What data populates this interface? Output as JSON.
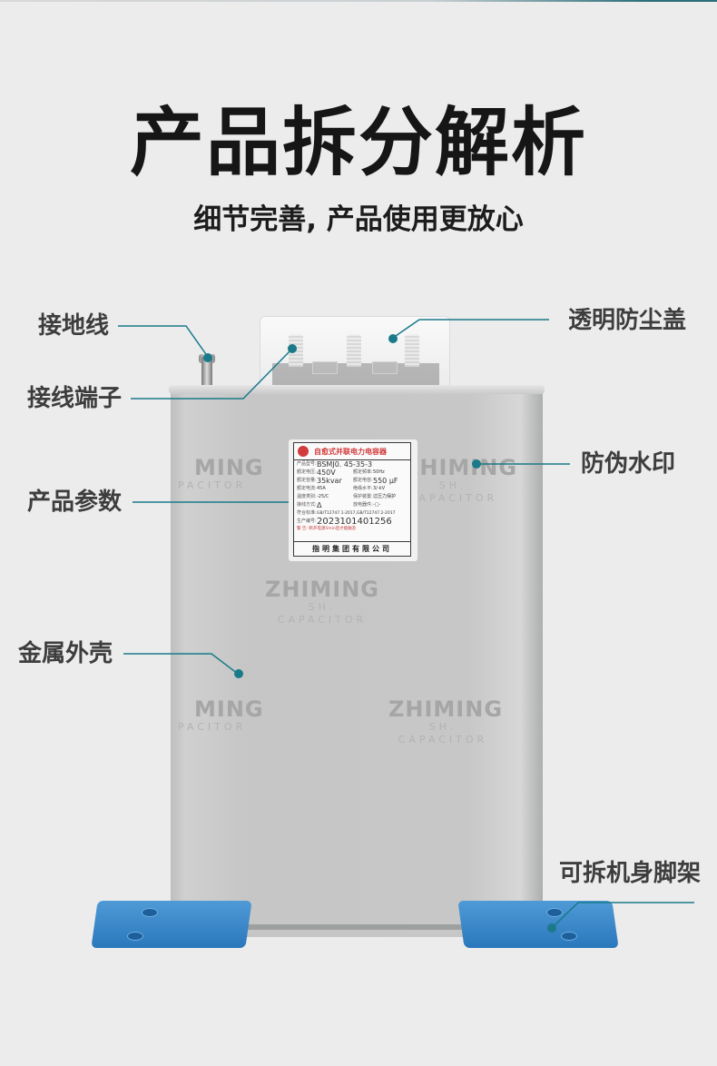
{
  "header": {
    "title": "产品拆分解析",
    "subtitle": "细节完善, 产品使用更放心"
  },
  "callouts": {
    "ground_wire": "接地线",
    "terminal": "接线端子",
    "parameters": "产品参数",
    "metal_shell": "金属外壳",
    "dust_cover": "透明防尘盖",
    "watermark": "防伪水印",
    "stand": "可拆机身脚架"
  },
  "watermark": {
    "brand": "ZHIMING",
    "tagline": "SH. CAPACITOR",
    "partial_brand": "MING",
    "partial_tagline": "PACITOR"
  },
  "nameplate": {
    "title": "自愈式并联电力电容器",
    "rows": [
      {
        "k1": "产品型号:",
        "v1": "BSMJ0. 45-35-3",
        "k2": "",
        "v2": ""
      },
      {
        "k1": "额定电压:",
        "v1": "450V",
        "k2": "额定频率:",
        "v2": "50Hz"
      },
      {
        "k1": "额定容量:",
        "v1": "35kvar",
        "k2": "额定电容:",
        "v2": "550 μF"
      },
      {
        "k1": "额定电流:",
        "v1": "45A",
        "k2": "绝缘水平:",
        "v2": "3/-kV"
      },
      {
        "k1": "温度类别:",
        "v1": "-25/C",
        "k2": "保护装置:",
        "v2": "过压力保护"
      },
      {
        "k1": "接线方式:",
        "v1": "Δ",
        "k2": "放电器件:",
        "v2": "-□-"
      }
    ],
    "standard_label": "符合标准:",
    "standard": "GB/T12747.1-2017,GB/T12747.2-2017",
    "serial_label": "生产编号:",
    "serial": "2023101401256",
    "warning": "警 告: 断开电源5min后才能触及",
    "maker": "指明集团有限公司"
  },
  "colors": {
    "accent": "#1a7a8a",
    "background": "#ececec",
    "foot": "#2f7fc4"
  }
}
